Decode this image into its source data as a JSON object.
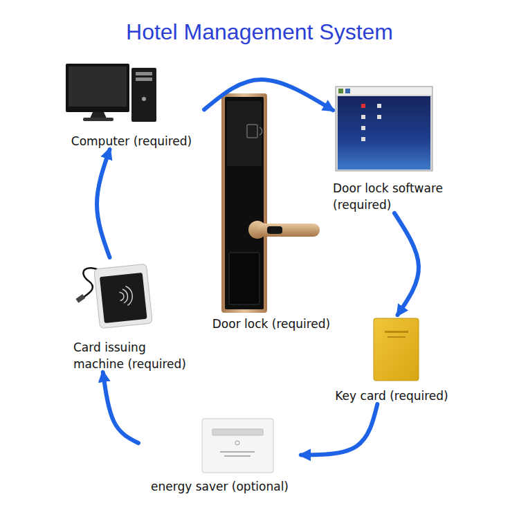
{
  "diagram": {
    "title": "Hotel Management System",
    "nodes": [
      {
        "text": [
          "Computer (required)"
        ]
      },
      {
        "text": [
          "Door lock software (required)"
        ]
      },
      {
        "text": [
          "Door lock (required)"
        ]
      },
      {
        "text": [
          "Card issuing machine (required)"
        ]
      },
      {
        "text": [
          "Key card (required)"
        ]
      },
      {
        "text": [
          "energy saver (optional)"
        ]
      }
    ],
    "edges": [
      {
        "from": 0,
        "to": 1,
        "arrow": "to"
      },
      {
        "from": 1,
        "to": 4,
        "arrow": "to"
      },
      {
        "from": 4,
        "to": 5,
        "arrow": "to"
      },
      {
        "from": 5,
        "to": 3,
        "arrow": "to"
      },
      {
        "from": 3,
        "to": 0,
        "arrow": "to"
      }
    ]
  }
}
